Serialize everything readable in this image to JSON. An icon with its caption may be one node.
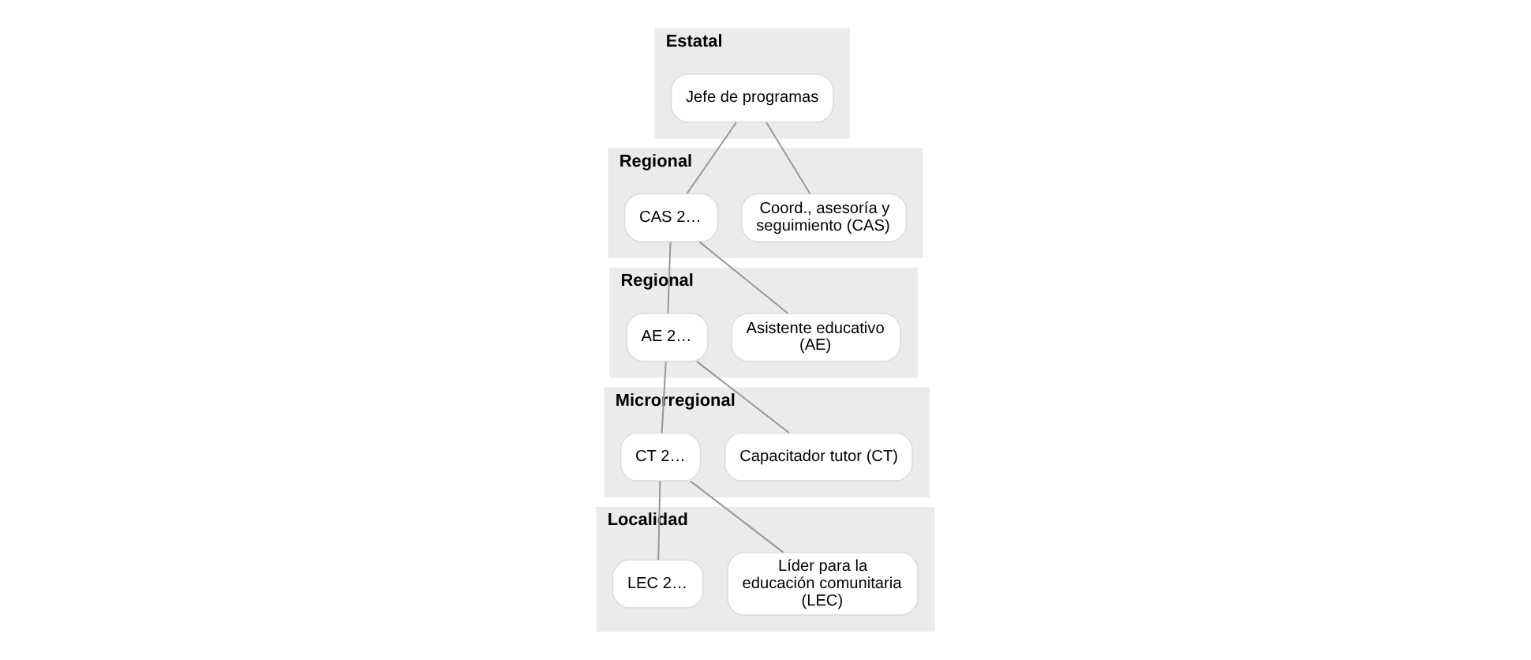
{
  "diagram": {
    "nodes": [
      {
        "text": [
          "Estatal"
        ]
      },
      {
        "text": [
          "Jefe de programas"
        ],
        "in": 0
      },
      {
        "text": [
          "Regional"
        ]
      },
      {
        "text": [
          "Coord., asesoría y seguimiento (CAS)"
        ],
        "in": 2
      },
      {
        "text": [
          "CAS 2…"
        ],
        "in": 2
      },
      {
        "text": [
          "Regional"
        ]
      },
      {
        "text": [
          "Asistente educativo (AE)"
        ],
        "in": 5
      },
      {
        "text": [
          "AE 2…"
        ],
        "in": 5
      },
      {
        "text": [
          "Microrregional"
        ]
      },
      {
        "text": [
          "Capacitador tutor (CT)"
        ],
        "in": 8
      },
      {
        "text": [
          "CT 2…"
        ],
        "in": 8
      },
      {
        "text": [
          "Localidad"
        ]
      },
      {
        "text": [
          "Líder para la educación comunitaria (LEC)"
        ],
        "in": 11
      },
      {
        "text": [
          "LEC 2…"
        ],
        "in": 11
      }
    ],
    "edges": [
      {
        "from": 1,
        "to": 3,
        "arrow": "none"
      },
      {
        "from": 1,
        "to": 4,
        "arrow": "none"
      },
      {
        "from": 4,
        "to": 6,
        "arrow": "none"
      },
      {
        "from": 4,
        "to": 7,
        "arrow": "none"
      },
      {
        "from": 7,
        "to": 9,
        "arrow": "none"
      },
      {
        "from": 7,
        "to": 10,
        "arrow": "none"
      },
      {
        "from": 10,
        "to": 12,
        "arrow": "none"
      },
      {
        "from": 10,
        "to": 13,
        "arrow": "none"
      }
    ]
  }
}
